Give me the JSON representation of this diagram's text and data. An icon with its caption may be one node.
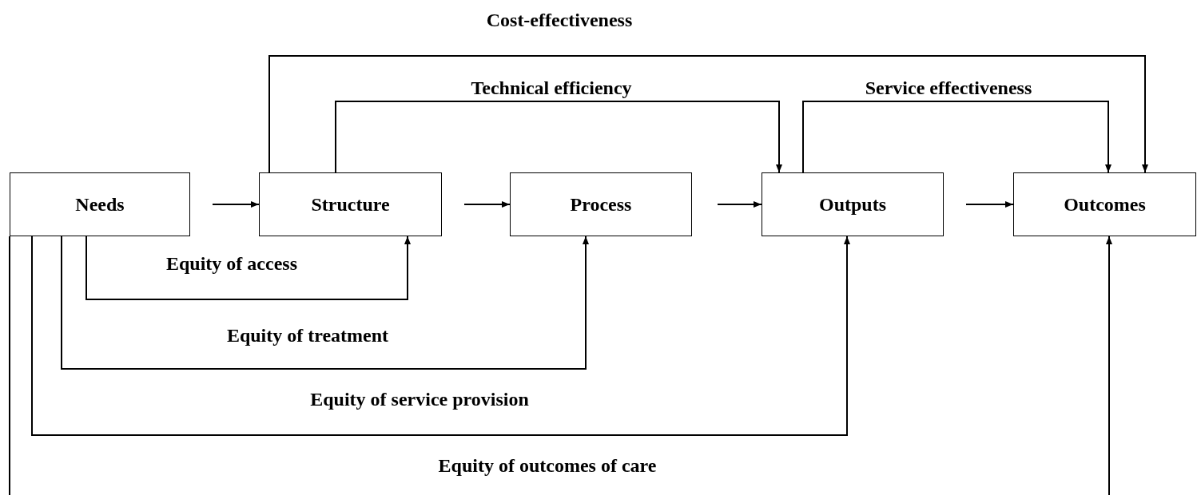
{
  "diagram": {
    "nodes": [
      {
        "text": [
          "Needs"
        ]
      },
      {
        "text": [
          "Structure"
        ]
      },
      {
        "text": [
          "Process"
        ]
      },
      {
        "text": [
          "Outputs"
        ]
      },
      {
        "text": [
          "Outcomes"
        ]
      }
    ],
    "edges": [
      {
        "from": 0,
        "to": 1,
        "arrow": "to"
      },
      {
        "from": 1,
        "to": 2,
        "arrow": "to"
      },
      {
        "from": 2,
        "to": 3,
        "arrow": "to"
      },
      {
        "from": 3,
        "to": 4,
        "arrow": "to"
      },
      {
        "from": 1,
        "to": 4,
        "arrow": "to",
        "label": "Cost-effectiveness"
      },
      {
        "from": 1,
        "to": 3,
        "arrow": "to",
        "label": "Technical efficiency"
      },
      {
        "from": 3,
        "to": 4,
        "arrow": "to",
        "label": "Service effectiveness"
      },
      {
        "from": 0,
        "to": 1,
        "arrow": "to",
        "label": "Equity of access"
      },
      {
        "from": 0,
        "to": 2,
        "arrow": "to",
        "label": "Equity of treatment"
      },
      {
        "from": 0,
        "to": 3,
        "arrow": "to",
        "label": "Equity of service provision"
      },
      {
        "from": 0,
        "to": 4,
        "arrow": "to",
        "label": "Equity of outcomes of care"
      }
    ]
  }
}
